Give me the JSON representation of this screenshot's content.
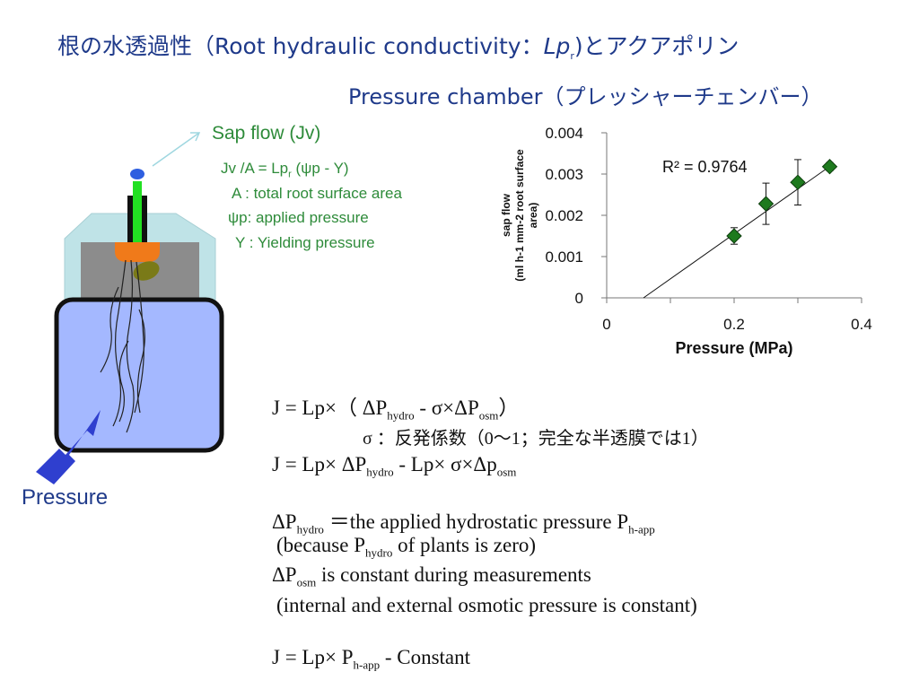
{
  "title": {
    "line1": "根の水透過性（Root hydraulic conductivity：",
    "line1_lp": "Lp",
    "line1_r": "r",
    "line1_end": ")とアクアポリン",
    "line2": "Pressure chamber（プレッシャーチェンバー）"
  },
  "diagram": {
    "sap_flow_label": "Sap flow (Jv)",
    "formula_a": "Jv /A = Lp",
    "formula_r": "r",
    "formula_b": " (ψp - Y)",
    "def_a": "A : total root surface area",
    "def_psi": "ψp: applied pressure",
    "def_y": "Y : Yielding pressure",
    "pressure_label": "Pressure"
  },
  "chart_data": {
    "type": "scatter",
    "x": [
      0.2,
      0.25,
      0.3,
      0.35
    ],
    "y": [
      0.0015,
      0.00228,
      0.0028,
      0.00318
    ],
    "y_err": [
      0.0002,
      0.0005,
      0.00055,
      0.0001
    ],
    "xlim": [
      0,
      0.4
    ],
    "ylim": [
      0,
      0.004
    ],
    "x_ticks": [
      "0",
      "0.2",
      "0.4"
    ],
    "y_ticks": [
      "0",
      "0.001",
      "0.002",
      "0.003",
      "0.004"
    ],
    "xlabel": "Pressure (MPa)",
    "ylabel_line1": "sap flow",
    "ylabel_line2": "(ml h-1 mm-2 root surface",
    "ylabel_line3": "area)",
    "annotation": "R² = 0.9764",
    "trendline": {
      "slope": 0.0109,
      "intercept": -0.00063
    },
    "marker_color": "#1e7a1e",
    "grid": false
  },
  "equations": {
    "eq1_a": "J = Lp×（ ΔP",
    "eq1_sub1": "hydro",
    "eq1_b": " - σ×ΔP",
    "eq1_sub2": "osm",
    "eq1_c": "）",
    "eq2": "σ ：反発係数（0〜1；完全な半透膜では1）",
    "eq3_a": "J = Lp× ΔP",
    "eq3_sub1": "hydro",
    "eq3_b": " - Lp× σ×Δp",
    "eq3_sub2": "osm",
    "eq4_a": "ΔP",
    "eq4_sub": "hydro",
    "eq4_b": " ＝the applied hydrostatic pressure P",
    "eq4_sub2": "h-app",
    "eq5_a": "(because P",
    "eq5_sub": "hydro",
    "eq5_b": " of plants is zero)",
    "eq6_a": "ΔP",
    "eq6_sub": "osm",
    "eq6_b": " is constant during measurements",
    "eq7": "(internal and external osmotic pressure is constant)",
    "eq8_a": "J = Lp× P",
    "eq8_sub": "h-app",
    "eq8_b": " - Constant"
  }
}
